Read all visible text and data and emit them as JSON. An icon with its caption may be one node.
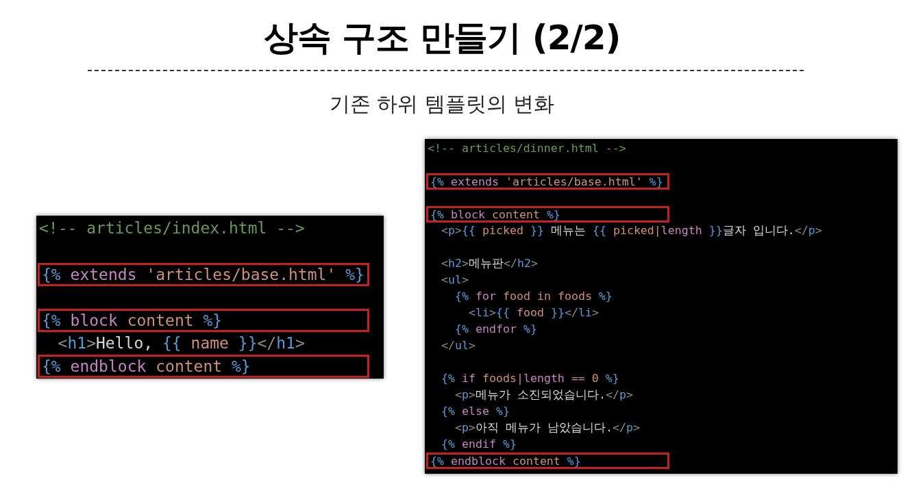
{
  "diagram": {
    "title": "상속 구조 만들기 (2/2)",
    "nodes": [
      {
        "text": [
          "<!-- articles/index.html -->",
          "<h1>Hello, {{ name }}</h1>"
        ]
      },
      {
        "text": [
          "{% extends 'articles/base.html' %}"
        ],
        "in": 0
      },
      {
        "text": [
          "{% block content %}"
        ],
        "in": 0
      },
      {
        "text": [
          "{% endblock content %}"
        ],
        "in": 0
      },
      {
        "text": [
          "<!-- articles/dinner.html -->",
          "<p>{{ picked }} 메뉴는 {{ picked|length }}글자 입니다.</p>",
          "<h2>메뉴판</h2>",
          "<ul>",
          "{% for food in foods %}",
          "<li>{{ food }}</li>",
          "{% endfor %}",
          "</ul>",
          "{% if foods|length == 0 %}",
          "<p>메뉴가 소진되었습니다.</p>",
          "{% else %}",
          "<p>아직 메뉴가 남았습니다.</p>",
          "{% endif %}"
        ]
      },
      {
        "text": [
          "{% extends 'articles/base.html' %}"
        ],
        "in": 4
      },
      {
        "text": [
          "{% block content %}"
        ],
        "in": 4
      },
      {
        "text": [
          "{% endblock content %}"
        ],
        "in": 4
      }
    ],
    "edges": [],
    "labels": [
      "기존 하위 템플릿의 변화"
    ]
  }
}
